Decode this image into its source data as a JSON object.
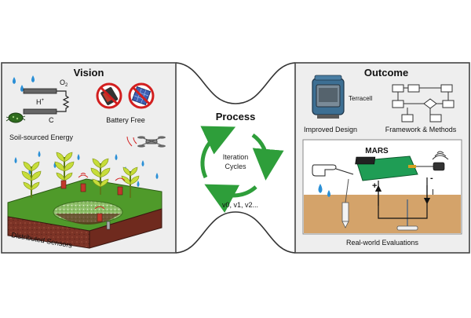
{
  "vision": {
    "title": "Vision",
    "oxygen": "O",
    "oxygen_sub": "2",
    "proton": "H",
    "proton_sup": "+",
    "carbon": "C",
    "battery_free": "Battery Free",
    "soil_energy": "Soil-sourced Energy",
    "distributed_sensors": "Distributed Sensors"
  },
  "process": {
    "title": "Process",
    "cycle_line1": "Iteration",
    "cycle_line2": "Cycles",
    "versions": "v0, v1, v2..."
  },
  "outcome": {
    "title": "Outcome",
    "device_label": "Terracell",
    "improved_design": "Improved Design",
    "framework": "Framework & Methods",
    "mars": "MARS",
    "plus": "+",
    "minus": "-",
    "current": "I",
    "evaluations": "Real-world Evaluations"
  },
  "colors": {
    "panel_fill": "#eeeeee",
    "panel_stroke": "#444444",
    "arrow_green": "#2e9e3a",
    "rain_blue": "#2a8fd6",
    "grass": "#4f9a2a",
    "soil": "#8b3a2a",
    "board_green": "#1f9d55",
    "sand": "#d4a36a"
  },
  "icons": [
    "water-drop-icon",
    "no-battery-icon",
    "no-solar-icon",
    "drone-icon",
    "microbe-icon",
    "resistor-icon",
    "plant-icon",
    "sensor-node-icon",
    "wireless-icon",
    "hand-icon",
    "electrode-icon"
  ]
}
